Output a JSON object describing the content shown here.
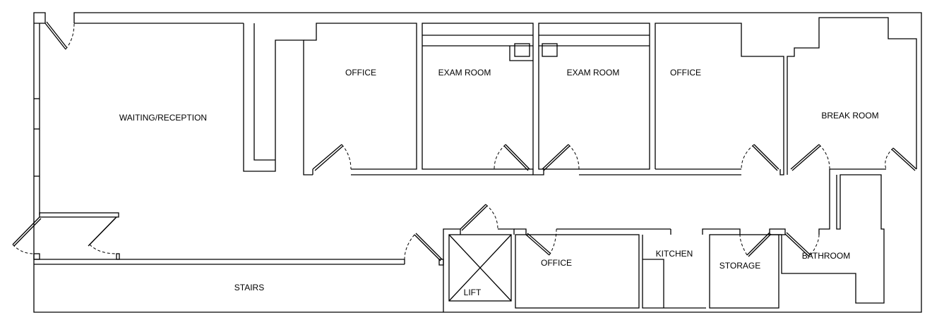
{
  "floor_plan": {
    "rooms": {
      "waiting": "WAITING/RECEPTION",
      "office_1": "OFFICE",
      "exam_1": "EXAM ROOM",
      "exam_2": "EXAM ROOM",
      "office_2": "OFFICE",
      "break_room": "BREAK ROOM",
      "stairs": "STAIRS",
      "lift": "LIFT",
      "office_3": "OFFICE",
      "kitchen": "KITCHEN",
      "storage": "STORAGE",
      "bathroom": "BATHROOM"
    }
  }
}
